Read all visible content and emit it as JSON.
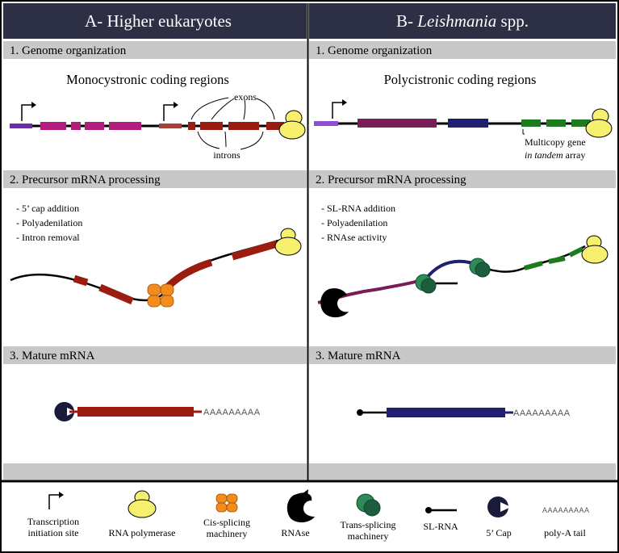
{
  "panels": {
    "a": {
      "title": "A- Higher eukaryotes",
      "s1_title": "1. Genome organization",
      "s1_subtitle": "Monocystronic coding regions",
      "exons_label": "exons",
      "introns_label": "introns",
      "s2_title": "2. Precursor mRNA processing",
      "steps": [
        "- 5’ cap addition",
        "- Polyadenilation",
        "- Intron removal"
      ],
      "s3_title": "3. Mature mRNA",
      "polya": "AAAAAAAAA"
    },
    "b": {
      "title_prefix": "B- ",
      "title_italic": "Leishmania",
      "title_suffix": " spp.",
      "s1_title": "1. Genome organization",
      "s1_subtitle": "Polycistronic coding regions",
      "multicopy_line1": "Multicopy gene",
      "multicopy_line2_italic": "in tandem",
      "multicopy_line2_rest": " array",
      "s2_title": "2. Precursor mRNA processing",
      "steps": [
        "- SL-RNA addition",
        "- Polyadenilation",
        "- RNAse activity"
      ],
      "s3_title": "3. Mature mRNA",
      "polya": "AAAAAAAAA"
    }
  },
  "legend": {
    "transcription_line1": "Transcription",
    "transcription_line2": "initiation site",
    "rna_polymerase": "RNA  polymerase",
    "cis_line1": "Cis-splicing",
    "cis_line2": "machinery",
    "rnase": "RNAse",
    "trans_line1": "Trans-splicing",
    "trans_line2": "machinery",
    "sl_rna": "SL-RNA",
    "cap": "5’ Cap",
    "polya_sample": "AAAAAAAAA",
    "polya_label": "poly-A tail"
  },
  "colors": {
    "header_bg": "#2d2f45",
    "section_bg": "#c8c8c8",
    "exon_red": "#9b1c10",
    "magenta": "#b21c7a",
    "purple": "#6a2fa6",
    "navy": "#202070",
    "maroon": "#7a1c56",
    "green": "#1e7a1e",
    "polymerase_yellow": "#f7ef6e",
    "splicing_orange": "#f28c1c",
    "trans_green": "#2e8a5a"
  }
}
